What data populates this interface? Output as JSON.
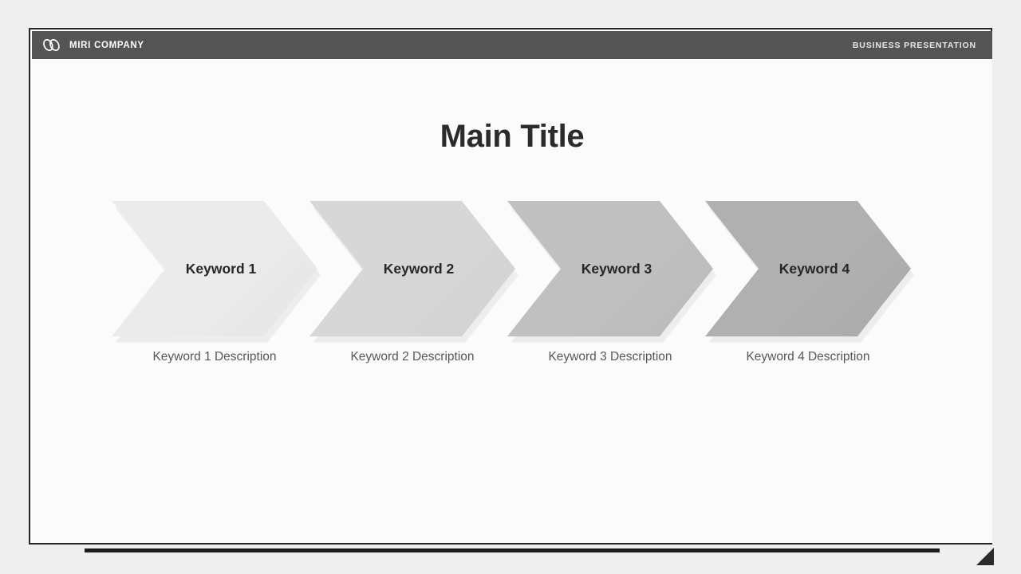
{
  "header": {
    "logo_icon": "double-oval-logo-icon",
    "brand": "MIRI COMPANY",
    "right_label": "BUSINESS PRESENTATION",
    "bar_color": "#545454",
    "text_color": "#ffffff"
  },
  "slide": {
    "title": "Main Title",
    "background": "#fbfbfb",
    "border_color": "#262626",
    "accent_bar_color": "#1d1d1d",
    "corner_fold_color": "#2b2b2b"
  },
  "process": {
    "steps": [
      {
        "label": "Keyword 1",
        "description": "Keyword 1 Description",
        "color": "#ebebeb"
      },
      {
        "label": "Keyword 2",
        "description": "Keyword 2 Description",
        "color": "#d7d7d7"
      },
      {
        "label": "Keyword 3",
        "description": "Keyword 3 Description",
        "color": "#c0c0c0"
      },
      {
        "label": "Keyword 4",
        "description": "Keyword 4 Description",
        "color": "#b0b0b0"
      }
    ]
  }
}
